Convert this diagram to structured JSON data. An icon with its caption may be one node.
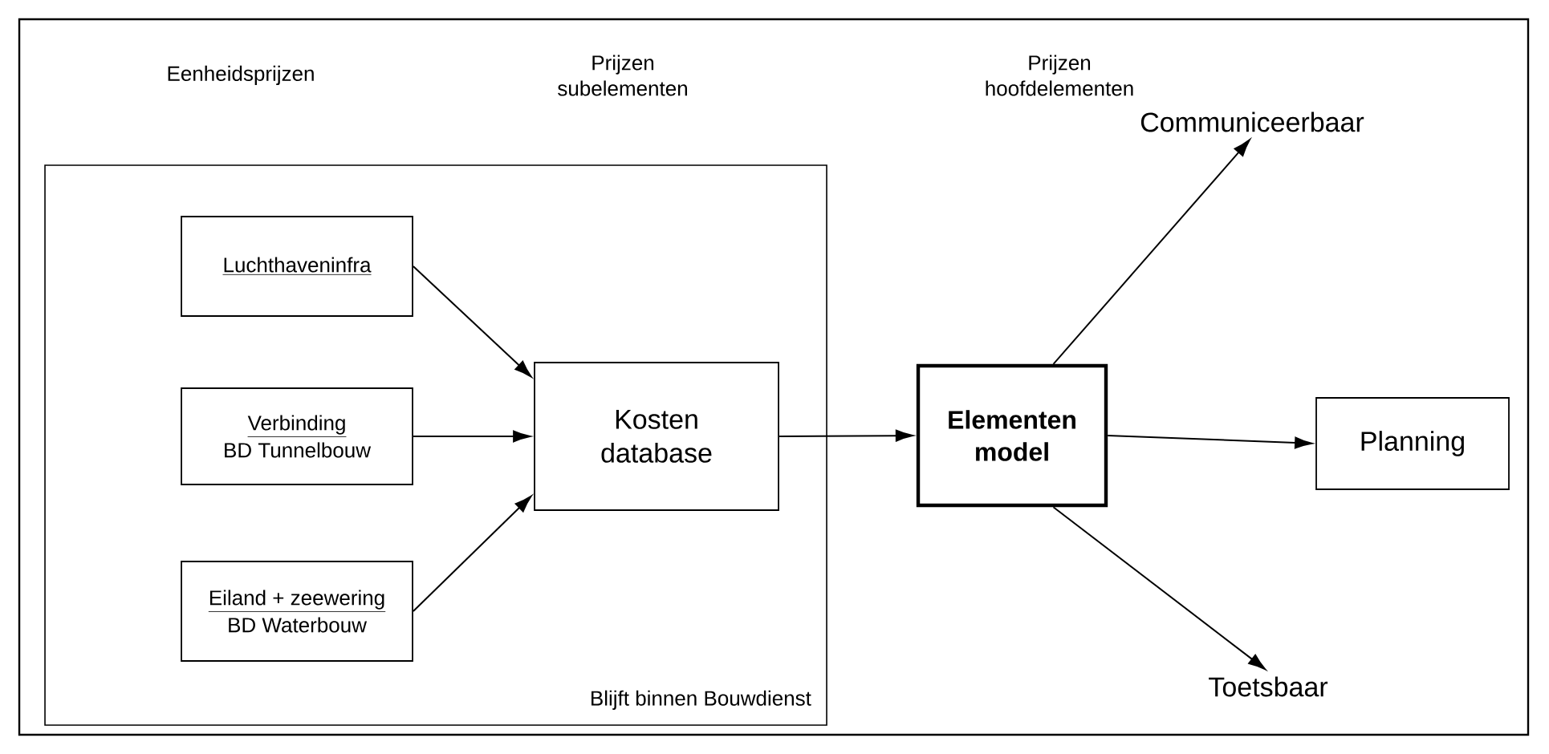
{
  "diagram": {
    "nodes": [
      {
        "text": [
          "Blijft binnen Bouwdienst"
        ]
      },
      {
        "text": [
          "Luchthaveninfra"
        ],
        "in": 0
      },
      {
        "text": [
          "Verbinding",
          "BD Tunnelbouw"
        ],
        "in": 0
      },
      {
        "text": [
          "Eiland + zeewering",
          "BD Waterbouw"
        ],
        "in": 0
      },
      {
        "text": [
          "Kosten database"
        ],
        "in": 0
      },
      {
        "text": [
          "Elementen model"
        ]
      },
      {
        "text": [
          "Communiceerbaar"
        ]
      },
      {
        "text": [
          "Toetsbaar"
        ]
      },
      {
        "text": [
          "Planning"
        ]
      }
    ],
    "edges": [
      {
        "from": 1,
        "to": 4,
        "arrow": "to"
      },
      {
        "from": 2,
        "to": 4,
        "arrow": "to"
      },
      {
        "from": 3,
        "to": 4,
        "arrow": "to"
      },
      {
        "from": 4,
        "to": 5,
        "arrow": "to"
      },
      {
        "from": 5,
        "to": 6,
        "arrow": "to"
      },
      {
        "from": 5,
        "to": 7,
        "arrow": "to"
      },
      {
        "from": 5,
        "to": 8,
        "arrow": "to"
      }
    ],
    "labels": [
      "Eenheidsprijzen",
      "Prijzen subelementen",
      "Prijzen hoofdelementen"
    ]
  }
}
